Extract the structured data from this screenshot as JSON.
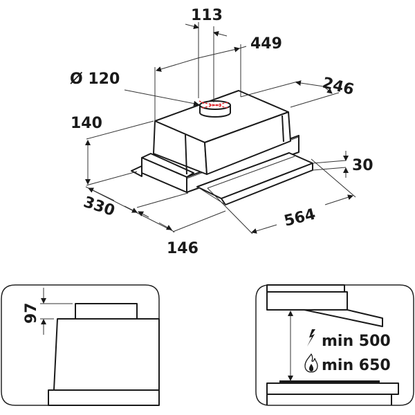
{
  "main_view": {
    "dimensions": {
      "duct_offset": "113",
      "top_width": "449",
      "duct_diameter": "Ø 120",
      "top_depth": "246",
      "height": "140",
      "total_depth": "330",
      "front_depth": "146",
      "total_width": "564",
      "visor_height": "30"
    }
  },
  "side_view": {
    "dimensions": {
      "collar_height": "97"
    }
  },
  "installation_view": {
    "clearances": [
      {
        "icon": "lightning-icon",
        "label": "min 500",
        "type": "electric"
      },
      {
        "icon": "flame-icon",
        "label": "min 650",
        "type": "gas"
      }
    ]
  },
  "colors": {
    "line": "#1a1a1a",
    "duct_marker": "#e0242a"
  }
}
